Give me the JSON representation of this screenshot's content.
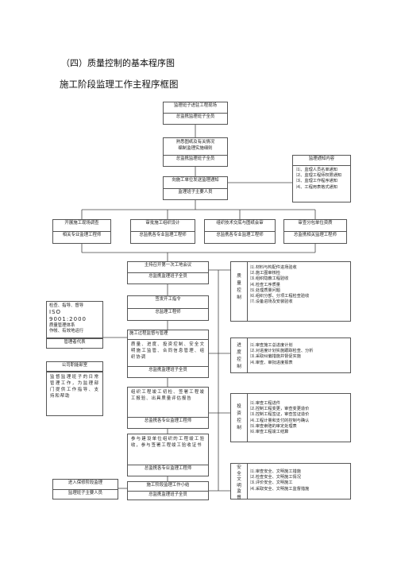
{
  "headings": {
    "section": "（四）质量控制的基本程序图",
    "title": "施工阶段监理工作主程序框图"
  },
  "top": {
    "b1": [
      "监理班子进驻工程现场",
      "总监携监理班子全员"
    ],
    "b2": [
      "熟悉图纸及有关情况\n编制监理实施细则",
      "总监携监理班子全员"
    ],
    "b3": [
      "向施工单位发送监理通知",
      "监理班子主要人员"
    ],
    "notice": {
      "title": "监理通知内容",
      "items": [
        "⑴、监理人员名单通知",
        "⑵、监理工程师权限通知",
        "⑶、监理工作程序通知",
        "⑷、工程用表格式通知"
      ]
    }
  },
  "row4": [
    [
      "开展施工现场调查",
      "相关专业监理工程师"
    ],
    [
      "审批施工组织设计",
      "总监携各专业监理工程师"
    ],
    [
      "组织技术交底与图纸会审",
      "总监携各专业监理工程师"
    ],
    [
      "审查分包单位资质",
      "总监携相关监理工程师"
    ]
  ],
  "left": {
    "quality_system": [
      "检查、指导、督导",
      "ISO 9001:2000",
      "质量管理体系",
      "作帐、有效地运行"
    ],
    "quality_system_foot": "管理者代表",
    "company_label": "公司职能部室",
    "company_text": "监督监理班子的日常管理工作，为监理部门提供工作指导、支持和帮助",
    "owner": [
      "进入保修阶段监理",
      "监理班子主要人员"
    ]
  },
  "center": {
    "meeting": [
      "主持召开第一次工地会议",
      "总监携监理班子全员"
    ],
    "start_order": [
      "签发开工指令",
      "总监理工程师"
    ],
    "control_label": "施工过程监督与管理",
    "control_text": "质量、进度、投资控制、安全文明施工监管、合同信息管理、组织协调",
    "control_foot": "总监携监理班子全员",
    "inspect_text": "组织工程竣工初检、签署工程竣工报验、出具质量评估报告",
    "inspect_foot": "总监携各专业监理工程师",
    "accept_text": "参与建设单位组织的工程竣工验收，参与签署工程竣工验收证书",
    "accept_foot": "总监携各专业监理工程师",
    "summary": [
      "施工阶段监理工作小结",
      "总监携监理班子全员"
    ]
  },
  "right": [
    {
      "label": "质量控制",
      "items": [
        "⑴.材料与构配件进场验收",
        "⑵.施工图审核检",
        "⑶.组织隐蔽工程验收",
        "⑷.检查工序质量",
        "⑸.处理质量问题",
        "⑹.组织分部、分项工程检查验收",
        "⑺.设备进场及安装验收"
      ]
    },
    {
      "label": "进度控制",
      "items": [
        "⑴.审查施工总进度计划",
        "⑵.对进度计划实施跟踪检查、分析",
        "⑶.采取纠偏措施并督促实施",
        "⑷.审查、审批进度报表"
      ]
    },
    {
      "label": "投资控制",
      "items": [
        "⑴.审查工程进件",
        "⑵.控制工程变更，审查变更造价",
        "⑶.控制工程签证，审查签证造价",
        "⑷.工程计量和支付的控制与确认",
        "⑸.审查索赔的审定处理表",
        "⑹.审查工程竣工结算"
      ]
    },
    {
      "label": "安全文明监督",
      "items": [
        "⑴.审查安全、文明施工措施",
        "⑵.检查安全、文明施工情况",
        "⑶.评价安全、文明施工",
        "⑷.采取安全、文明施工监督措施"
      ]
    }
  ]
}
